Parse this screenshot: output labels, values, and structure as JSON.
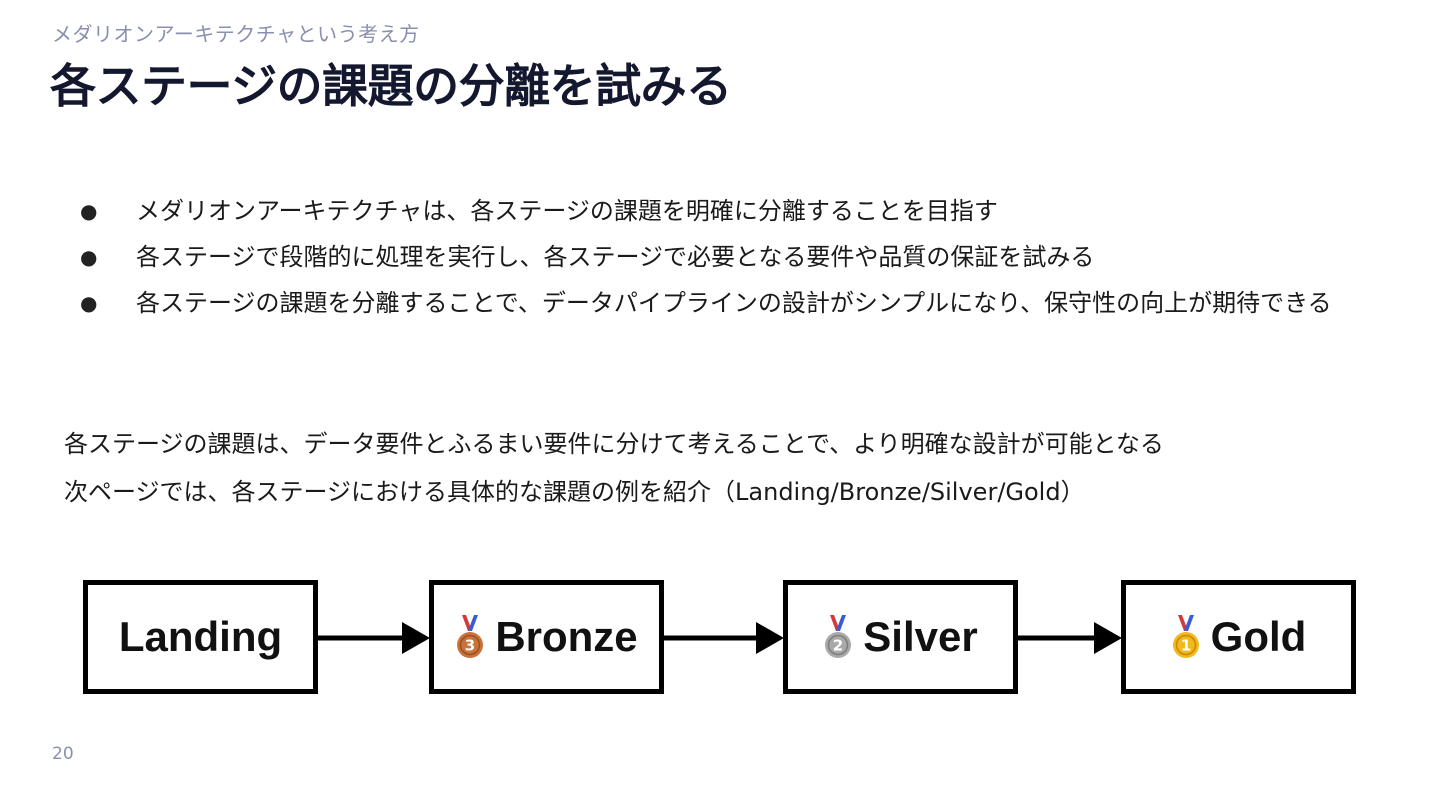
{
  "header": {
    "subtitle": "メダリオンアーキテクチャという考え方",
    "title": "各ステージの課題の分離を試みる"
  },
  "bullets": [
    "メダリオンアーキテクチャは、各ステージの課題を明確に分離することを目指す",
    "各ステージで段階的に処理を実行し、各ステージで必要となる要件や品質の保証を試みる",
    "各ステージの課題を分離することで、データパイプラインの設計がシンプルになり、保守性の向上が期待できる"
  ],
  "bullet_marker": "●",
  "summary": {
    "line1": "各ステージの課題は、データ要件とふるまい要件に分けて考えることで、より明確な設計が可能となる",
    "line2": "次ページでは、各ステージにおける具体的な課題の例を紹介（Landing/Bronze/Silver/Gold）"
  },
  "stages": [
    {
      "label": "Landing"
    },
    {
      "label": "Bronze",
      "medal": "3",
      "medal_icon": "bronze-medal-icon",
      "medal_color": "#c8733a"
    },
    {
      "label": "Silver",
      "medal": "2",
      "medal_icon": "silver-medal-icon",
      "medal_color": "#a9a9a9"
    },
    {
      "label": "Gold",
      "medal": "1",
      "medal_icon": "gold-medal-icon",
      "medal_color": "#f2b81c"
    }
  ],
  "page_number": "20",
  "colors": {
    "title": "#14182e",
    "subtitle": "#8a8fb0",
    "ribbon_red": "#d23a3a",
    "ribbon_blue": "#3a5bd2"
  }
}
